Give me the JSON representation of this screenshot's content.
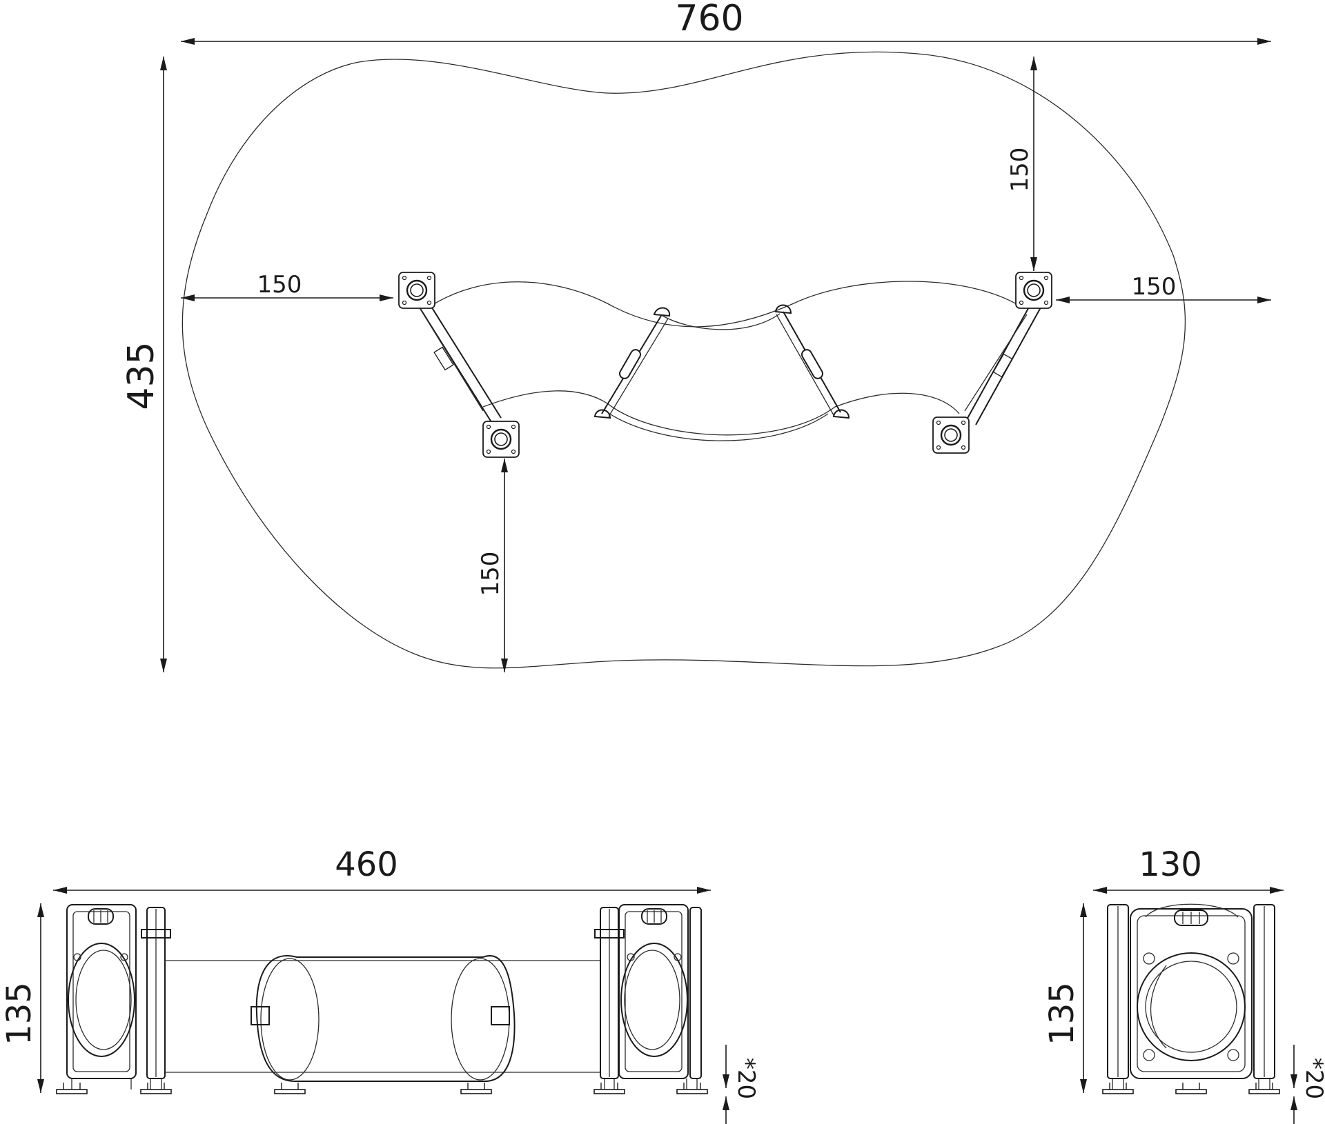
{
  "top_view": {
    "overall_width": "760",
    "overall_depth": "435",
    "offset_left": "150",
    "offset_right": "150",
    "offset_top": "150",
    "offset_bottom": "150"
  },
  "side_view": {
    "length": "460",
    "height": "135",
    "foundation_depth": "*20"
  },
  "end_view": {
    "width": "130",
    "height": "135",
    "foundation_depth": "*20"
  }
}
